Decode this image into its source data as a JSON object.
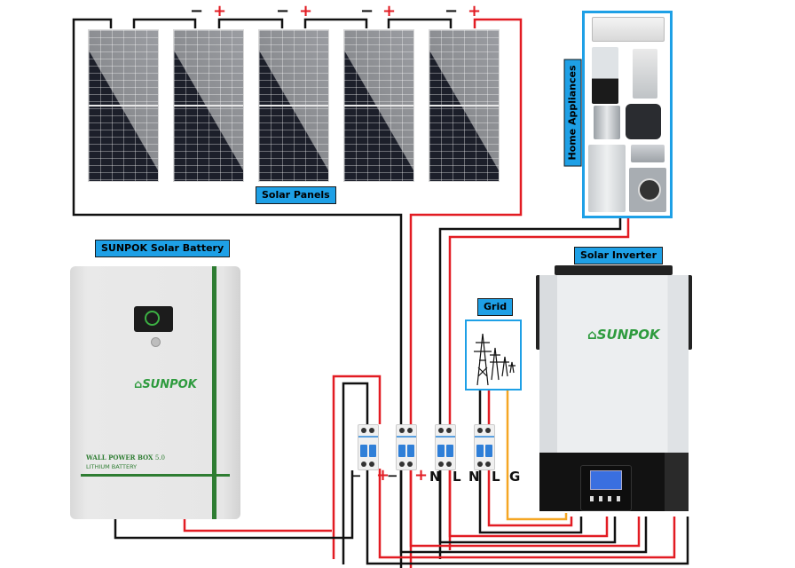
{
  "labels": {
    "solar_panels": "Solar Panels",
    "home_appliances": "Home Appliances",
    "battery": "SUNPOK Solar Battery",
    "inverter": "Solar Inverter",
    "grid": "Grid"
  },
  "battery": {
    "brand": "SUNPOK",
    "model_line1": "WALL POWER BOX",
    "model_version": "5.0",
    "model_line2": "LITHIUM BATTERY"
  },
  "inverter": {
    "brand": "SUNPOK"
  },
  "panels": {
    "count": 5,
    "polarity_labels": [
      {
        "neg": "−",
        "pos": "+"
      },
      {
        "neg": "−",
        "pos": "+"
      },
      {
        "neg": "−",
        "pos": "+"
      },
      {
        "neg": "−",
        "pos": "+"
      }
    ]
  },
  "appliances": [
    "air-conditioner",
    "blender",
    "food-processor",
    "kettle",
    "air-fryer",
    "refrigerator",
    "toaster-oven",
    "washing-machine"
  ],
  "terminals": [
    {
      "id": "battery-neg",
      "text": "−"
    },
    {
      "id": "battery-pos",
      "text": "+"
    },
    {
      "id": "pv-neg",
      "text": "−"
    },
    {
      "id": "pv-pos",
      "text": "+"
    },
    {
      "id": "load-n",
      "text": "N"
    },
    {
      "id": "load-l",
      "text": "L"
    },
    {
      "id": "grid-n",
      "text": "N"
    },
    {
      "id": "grid-l",
      "text": "L"
    },
    {
      "id": "grid-g",
      "text": "G"
    }
  ],
  "colors": {
    "label_bg": "#1ea0e6",
    "wire_positive": "#e21c23",
    "wire_negative": "#111111",
    "wire_ground": "#f5a623",
    "brand_green": "#2e9b3e",
    "appliance_frame": "#1ea0e6"
  }
}
